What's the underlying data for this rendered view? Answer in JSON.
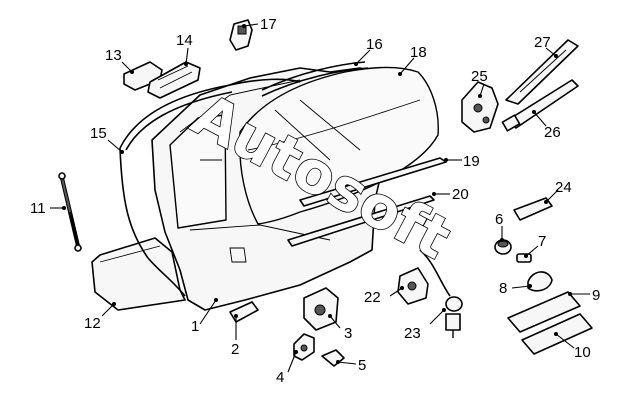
{
  "diagram": {
    "callouts": [
      {
        "id": "c1",
        "label": "1"
      },
      {
        "id": "c2",
        "label": "2"
      },
      {
        "id": "c3",
        "label": "3"
      },
      {
        "id": "c4",
        "label": "4"
      },
      {
        "id": "c5",
        "label": "5"
      },
      {
        "id": "c6",
        "label": "6"
      },
      {
        "id": "c7",
        "label": "7"
      },
      {
        "id": "c8",
        "label": "8"
      },
      {
        "id": "c9",
        "label": "9"
      },
      {
        "id": "c10",
        "label": "10"
      },
      {
        "id": "c11",
        "label": "11"
      },
      {
        "id": "c12",
        "label": "12"
      },
      {
        "id": "c13",
        "label": "13"
      },
      {
        "id": "c14",
        "label": "14"
      },
      {
        "id": "c15",
        "label": "15"
      },
      {
        "id": "c16",
        "label": "16"
      },
      {
        "id": "c17",
        "label": "17"
      },
      {
        "id": "c18",
        "label": "18"
      },
      {
        "id": "c19",
        "label": "19"
      },
      {
        "id": "c20",
        "label": "20"
      },
      {
        "id": "c22",
        "label": "22"
      },
      {
        "id": "c23",
        "label": "23"
      },
      {
        "id": "c24",
        "label": "24"
      },
      {
        "id": "c25",
        "label": "25"
      },
      {
        "id": "c26",
        "label": "26"
      },
      {
        "id": "c27",
        "label": "27"
      }
    ]
  },
  "watermark": {
    "text": "Autosoft"
  }
}
